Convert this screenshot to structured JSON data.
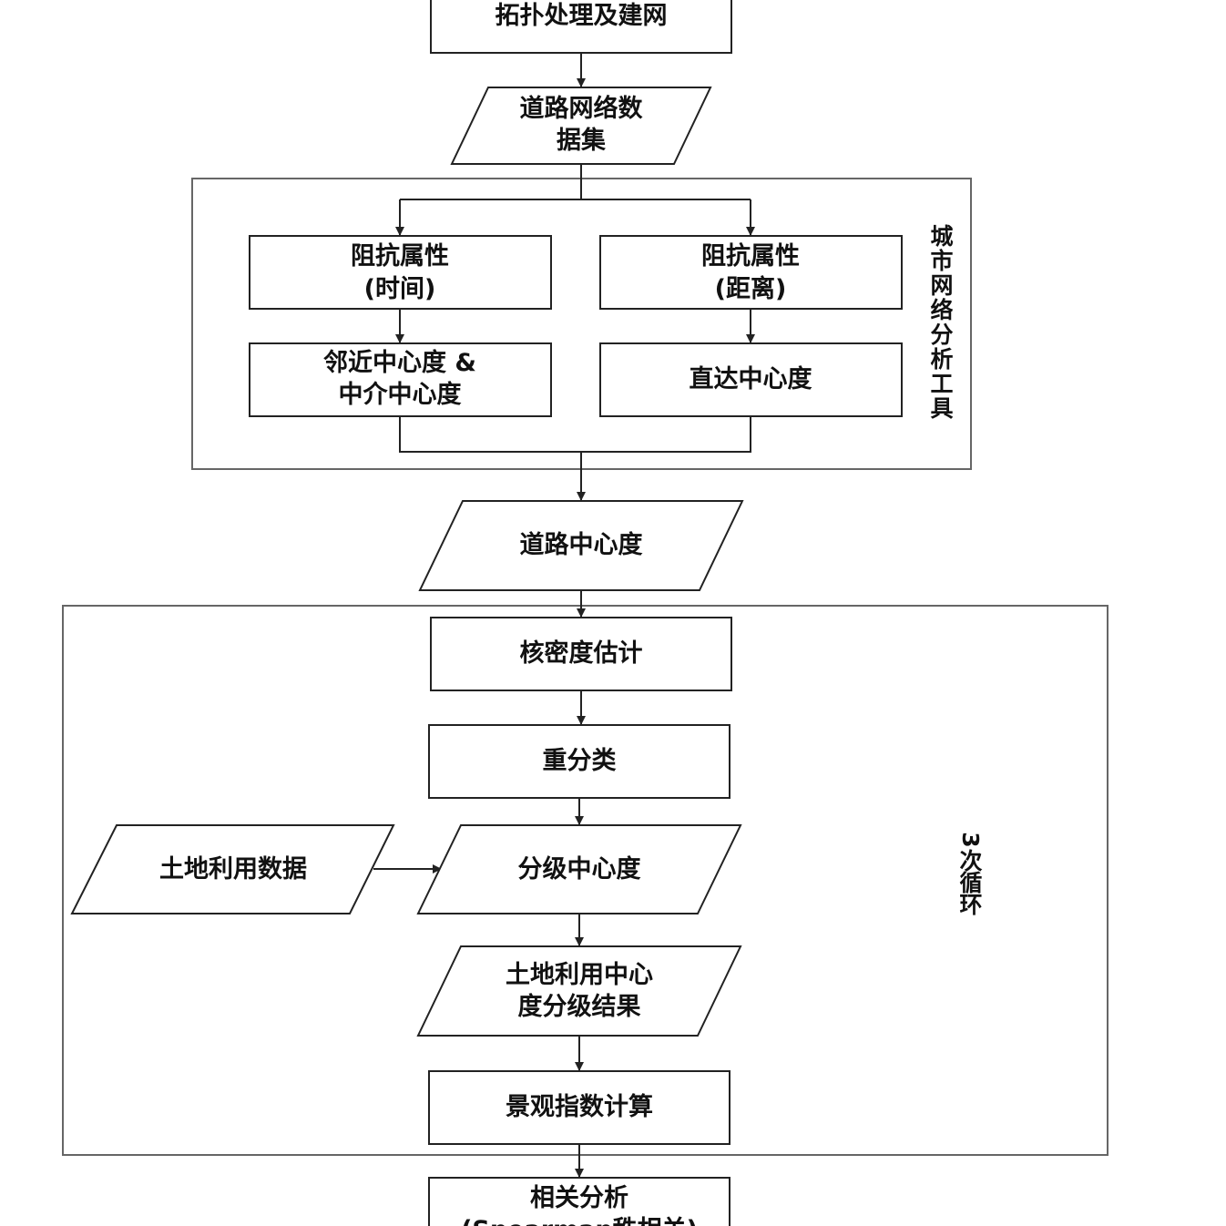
{
  "nodes": {
    "topology": "拓扑处理及建网",
    "road_dataset": [
      "道路网络数",
      "据集"
    ],
    "impedance_time": [
      "阻抗属性",
      "(时间)"
    ],
    "impedance_distance": [
      "阻抗属性",
      "(距离)"
    ],
    "closeness_betweenness": [
      "邻近中心度 &",
      "中介中心度"
    ],
    "straightness": "直达中心度",
    "road_centrality": "道路中心度",
    "kernel_density": "核密度估计",
    "reclassify": "重分类",
    "land_use_data": "土地利用数据",
    "graded_centrality": "分级中心度",
    "land_use_result": [
      "土地利用中心",
      "度分级结果"
    ],
    "landscape_index": "景观指数计算",
    "correlation": [
      "相关分析",
      "(Spearman秩相关)"
    ]
  },
  "groups": {
    "network_tools": "城市网络分析工具",
    "loop": "3次循环"
  },
  "colors": {
    "stroke": "#222222",
    "group_stroke": "#666666",
    "text": "#111111",
    "background": "#ffffff"
  }
}
